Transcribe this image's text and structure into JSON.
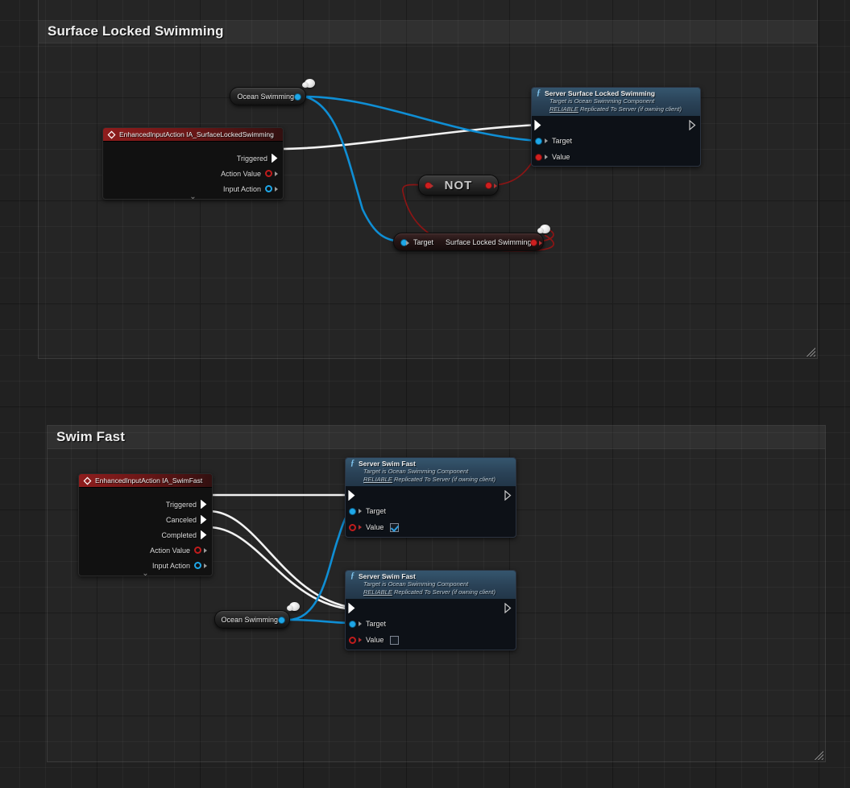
{
  "app": {
    "title": "Blueprint Event Graph",
    "canvas_background": "#212121"
  },
  "colors": {
    "exec_wire": "#f2f2f2",
    "object_wire": "#0f8ed4",
    "bool_wire": "#8c1515",
    "input_node_header": "#8e1d1d",
    "function_node_header": "#2a4257",
    "blue_pin": "#1ea7e8",
    "red_pin": "#c01c1c"
  },
  "comments": [
    {
      "title": "Surface Locked Swimming",
      "resize_handle": "resize-grip"
    },
    {
      "title": "Swim Fast",
      "resize_handle": "resize-grip"
    }
  ],
  "nodes": {
    "input_surface_locked": {
      "title": "EnhancedInputAction IA_SurfaceLockedSwimming",
      "icon": "enhanced-input-diamond-icon",
      "pins": [
        {
          "label": "Triggered",
          "type": "exec"
        },
        {
          "label": "Action Value",
          "type": "struct"
        },
        {
          "label": "Input Action",
          "type": "object"
        }
      ],
      "expander": "⌄"
    },
    "input_swim_fast": {
      "title": "EnhancedInputAction IA_SwimFast",
      "icon": "enhanced-input-diamond-icon",
      "pins": [
        {
          "label": "Triggered",
          "type": "exec"
        },
        {
          "label": "Canceled",
          "type": "exec"
        },
        {
          "label": "Completed",
          "type": "exec"
        },
        {
          "label": "Action Value",
          "type": "struct"
        },
        {
          "label": "Input Action",
          "type": "object"
        }
      ],
      "expander": "⌄"
    },
    "server_surface_locked": {
      "title": "Server Surface Locked Swimming",
      "icon": "function-f-icon",
      "subtitle_target": "Target is Ocean Swimming Component",
      "subtitle_repl_prefix": "RELIABLE",
      "subtitle_repl_rest": " Replicated To Server (if owning client)",
      "inputs": [
        {
          "label": "Target",
          "type": "object"
        },
        {
          "label": "Value",
          "type": "bool",
          "widget": "none"
        }
      ]
    },
    "server_swim_fast_1": {
      "title": "Server Swim Fast",
      "icon": "function-f-icon",
      "subtitle_target": "Target is Ocean Swimming Component",
      "subtitle_repl_prefix": "RELIABLE",
      "subtitle_repl_rest": " Replicated To Server (if owning client)",
      "inputs": [
        {
          "label": "Target",
          "type": "object"
        },
        {
          "label": "Value",
          "type": "bool",
          "widget": "checkbox",
          "checked": true
        }
      ]
    },
    "server_swim_fast_2": {
      "title": "Server Swim Fast",
      "icon": "function-f-icon",
      "subtitle_target": "Target is Ocean Swimming Component",
      "subtitle_repl_prefix": "RELIABLE",
      "subtitle_repl_rest": " Replicated To Server (if owning client)",
      "inputs": [
        {
          "label": "Target",
          "type": "object"
        },
        {
          "label": "Value",
          "type": "bool",
          "widget": "checkbox",
          "checked": false
        }
      ]
    },
    "ocean_swimming_top": {
      "label": "Ocean Swimming",
      "output_type": "object"
    },
    "ocean_swimming_bottom": {
      "label": "Ocean Swimming",
      "output_type": "object"
    },
    "not_node": {
      "label": "NOT"
    },
    "get_surface_locked": {
      "target_label": "Target",
      "label": "Surface Locked Swimming",
      "output_type": "bool"
    }
  }
}
